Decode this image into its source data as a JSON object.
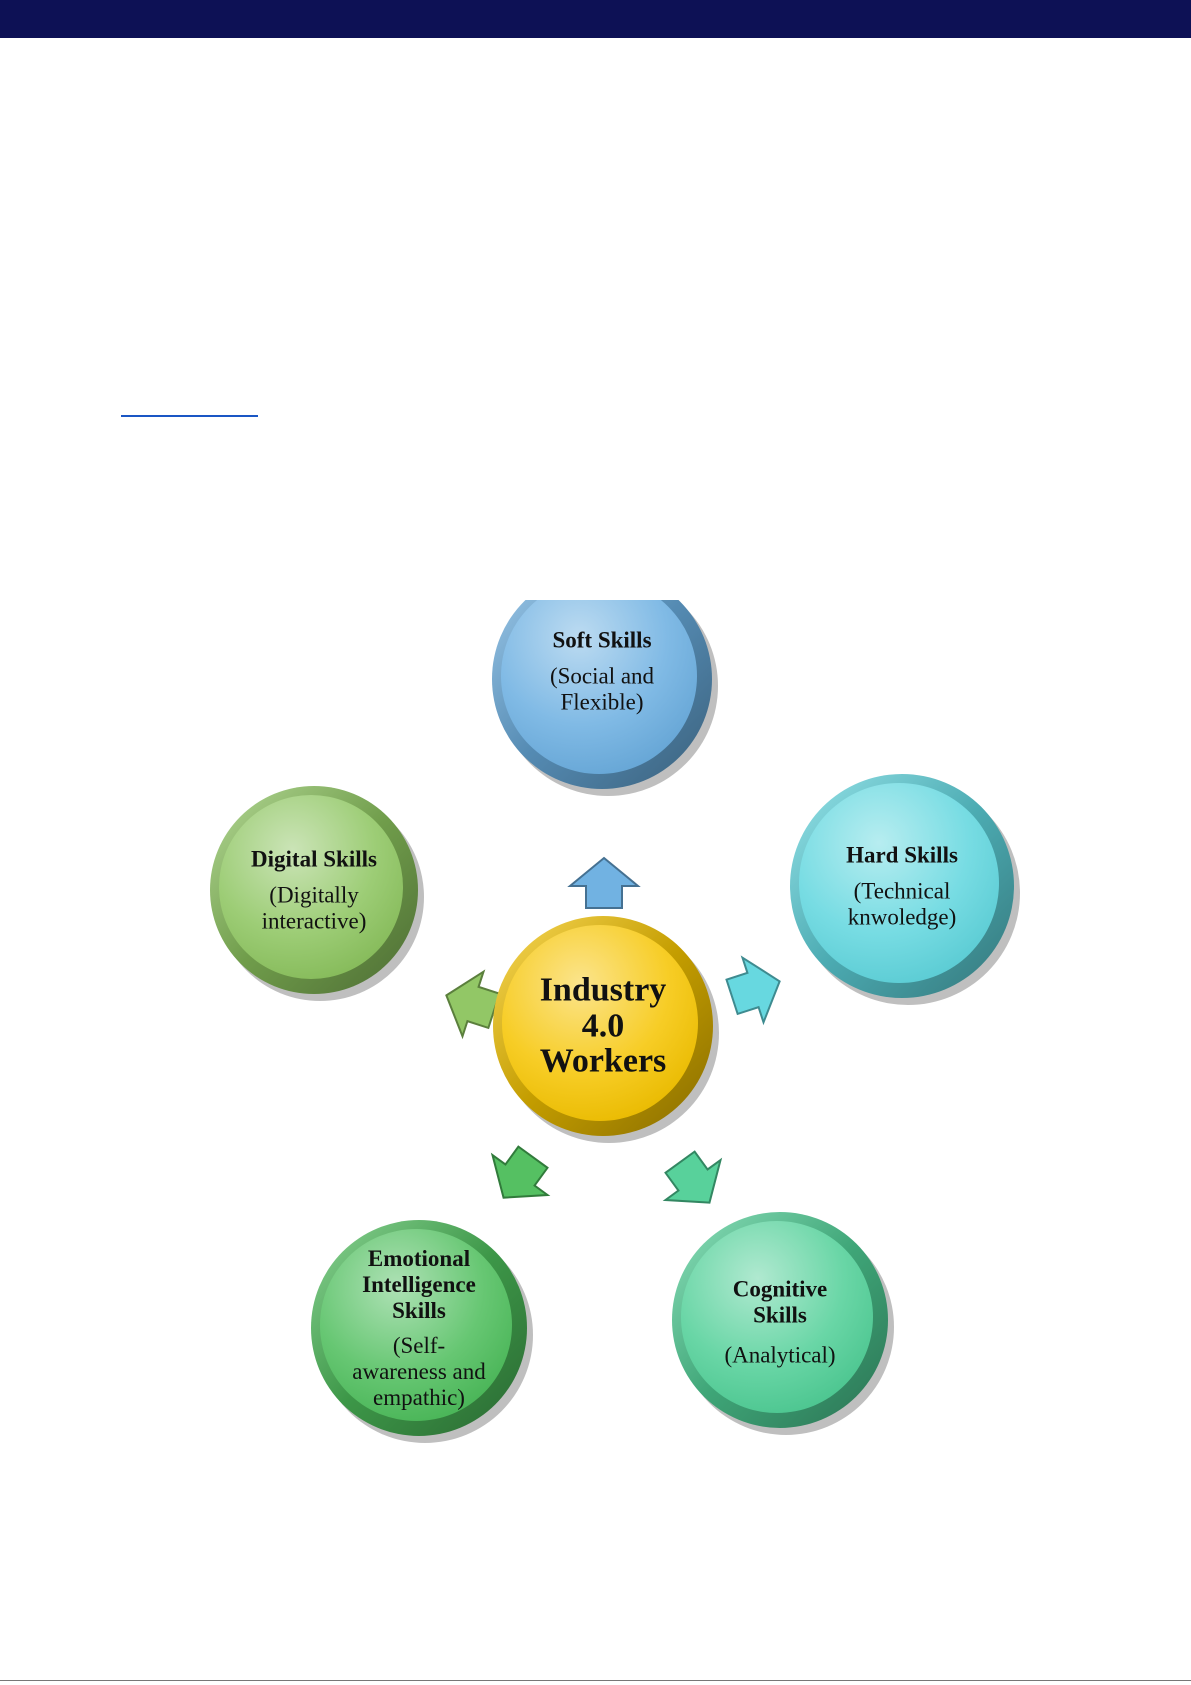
{
  "colors": {
    "header_bar": "#0d1155",
    "link": "#1a56c4"
  },
  "diagram": {
    "center": {
      "lines": [
        "Industry",
        "4.0",
        "Workers"
      ],
      "color": "#f5c400"
    },
    "nodes": [
      {
        "id": "soft",
        "title": [
          "Soft Skills"
        ],
        "sub": [
          "(Social and",
          "Flexible)"
        ],
        "color": "#6aaee0"
      },
      {
        "id": "hard",
        "title": [
          "Hard Skills"
        ],
        "sub": [
          "(Technical",
          "knwoledge)"
        ],
        "color": "#5fd6de"
      },
      {
        "id": "cognitive",
        "title": [
          "Cognitive",
          "Skills"
        ],
        "sub": [
          "(Analytical)"
        ],
        "color": "#4fcf96"
      },
      {
        "id": "emotional",
        "title": [
          "Emotional",
          "Intelligence",
          "Skills"
        ],
        "sub": [
          "(Self-",
          "awareness and",
          "empathic)"
        ],
        "color": "#4cbd5a"
      },
      {
        "id": "digital",
        "title": [
          "Digital Skills"
        ],
        "sub": [
          "(Digitally",
          "interactive)"
        ],
        "color": "#8cc45e"
      }
    ]
  }
}
